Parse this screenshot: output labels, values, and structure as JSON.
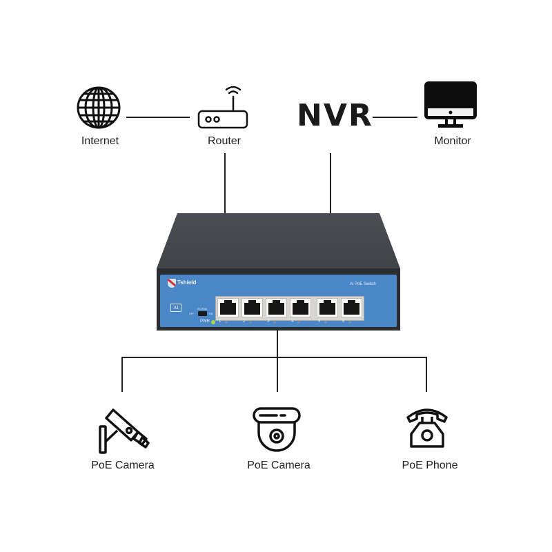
{
  "nodes": {
    "internet": {
      "label": "Internet",
      "icon": "globe-icon"
    },
    "router": {
      "label": "Router",
      "icon": "router-icon"
    },
    "nvr": {
      "label": "NVR"
    },
    "monitor": {
      "label": "Monitor",
      "icon": "monitor-icon"
    },
    "camera_bullet": {
      "label": "PoE Camera",
      "icon": "bullet-camera-icon"
    },
    "camera_dome": {
      "label": "PoE Camera",
      "icon": "dome-camera-icon"
    },
    "phone": {
      "label": "PoE Phone",
      "icon": "telephone-icon"
    }
  },
  "switch": {
    "brand": "Tshield",
    "model": "Ai PoE Switch",
    "badge": "AI",
    "power_label": "PWR",
    "toggle_labels": {
      "top": "EXTEND",
      "left": "OFF",
      "right": "ON"
    },
    "ports": [
      "1",
      "2",
      "3",
      "4",
      "5",
      "6"
    ],
    "colors": {
      "body": "#3a3d42",
      "panel": "#4a86c8",
      "power_led": "#a8d84a"
    }
  }
}
